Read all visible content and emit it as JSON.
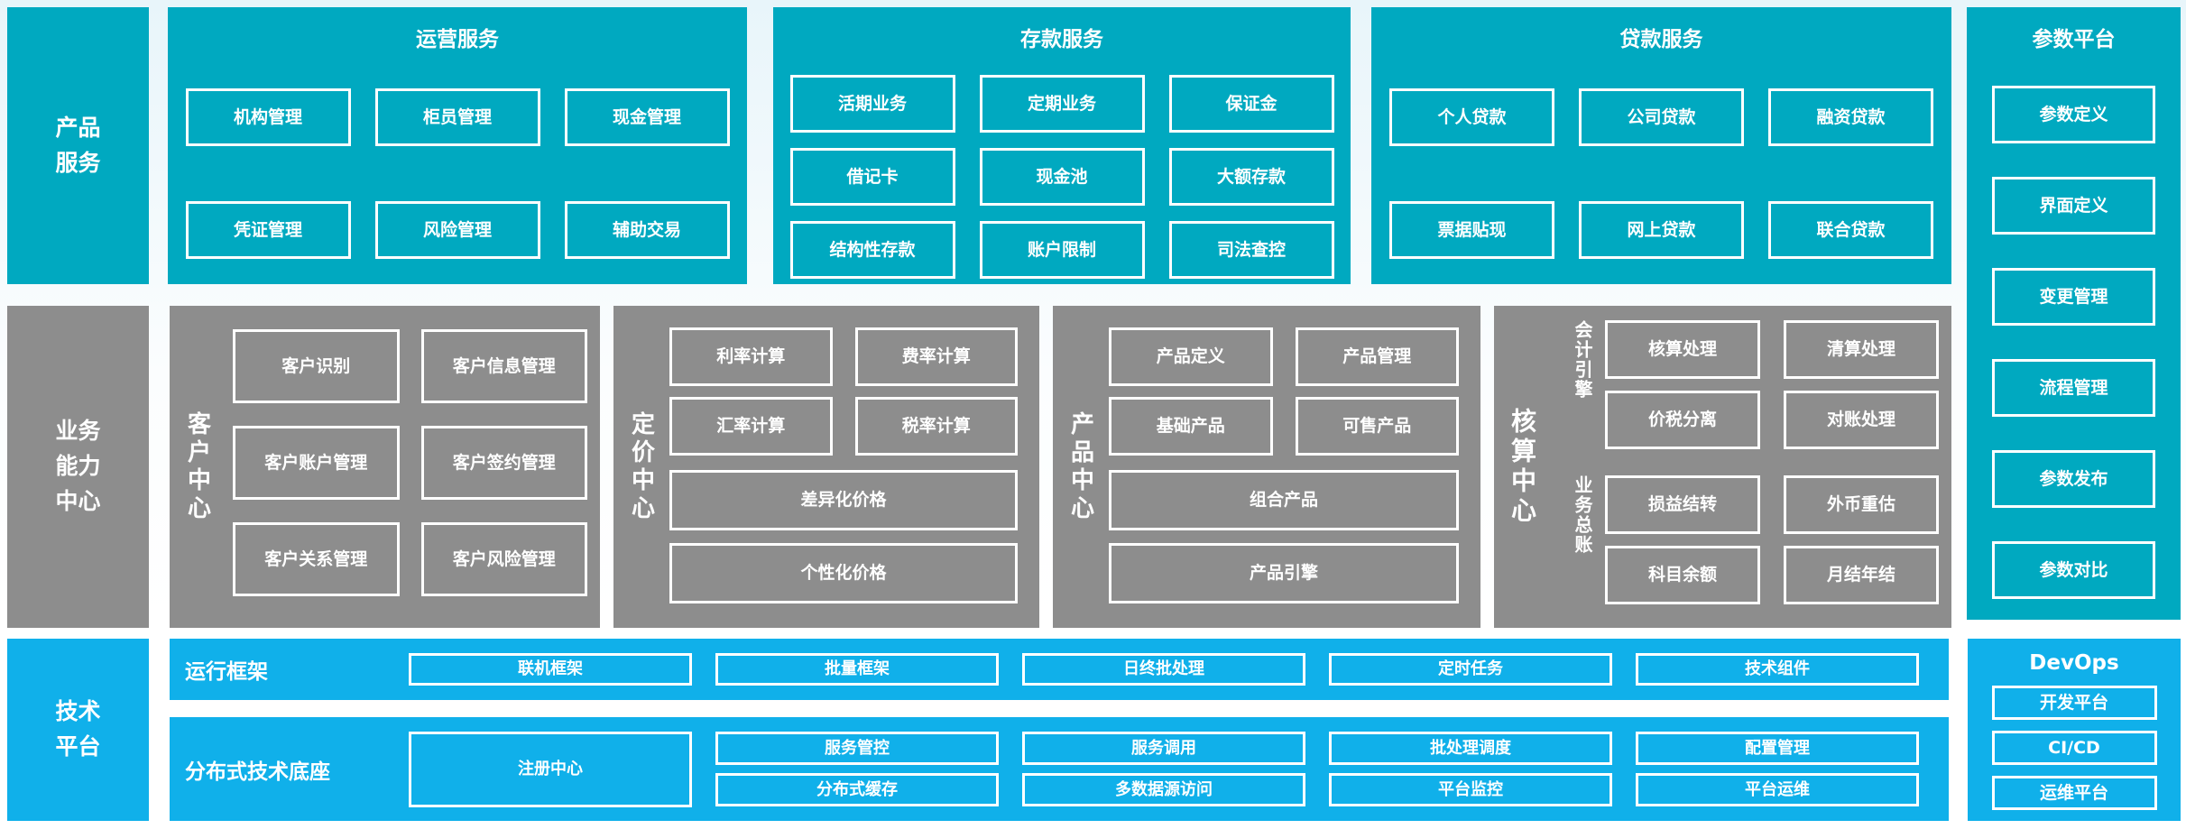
{
  "colors": {
    "teal": "#00a9c0",
    "gray": "#8d8d8d",
    "blue": "#10b0ea",
    "box_border": "#ffffff",
    "text": "#ffffff"
  },
  "rails": [
    {
      "label": "产品\n服务"
    },
    {
      "label": "业务\n能力\n中心"
    },
    {
      "label": "技术\n平台"
    }
  ],
  "top_sections": [
    {
      "title": "运营服务",
      "rows": [
        [
          "机构管理",
          "柜员管理",
          "现金管理"
        ],
        [
          "凭证管理",
          "风险管理",
          "辅助交易"
        ]
      ]
    },
    {
      "title": "存款服务",
      "rows": [
        [
          "活期业务",
          "定期业务",
          "保证金"
        ],
        [
          "借记卡",
          "现金池",
          "大额存款"
        ],
        [
          "结构性存款",
          "账户限制",
          "司法查控"
        ]
      ]
    },
    {
      "title": "贷款服务",
      "rows": [
        [
          "个人贷款",
          "公司贷款",
          "融资贷款"
        ],
        [
          "票据贴现",
          "网上贷款",
          "联合贷款"
        ]
      ]
    }
  ],
  "param_platform": {
    "title": "参数平台",
    "items": [
      "参数定义",
      "界面定义",
      "变更管理",
      "流程管理",
      "参数发布",
      "参数对比"
    ]
  },
  "customer_center": {
    "label": "客户中心",
    "rows": [
      [
        "客户识别",
        "客户信息管理"
      ],
      [
        "客户账户管理",
        "客户签约管理"
      ],
      [
        "客户关系管理",
        "客户风险管理"
      ]
    ]
  },
  "pricing_center": {
    "label": "定价中心",
    "pairs": [
      [
        "利率计算",
        "费率计算"
      ],
      [
        "汇率计算",
        "税率计算"
      ]
    ],
    "wide": [
      "差异化价格",
      "个性化价格"
    ]
  },
  "product_center": {
    "label": "产品中心",
    "pairs": [
      [
        "产品定义",
        "产品管理"
      ],
      [
        "基础产品",
        "可售产品"
      ]
    ],
    "wide": [
      "组合产品",
      "产品引擎"
    ]
  },
  "accounting_center": {
    "label": "核算中心",
    "groups": [
      {
        "sublabel": "会计引擎",
        "rows": [
          [
            "核算处理",
            "清算处理"
          ],
          [
            "价税分离",
            "对账处理"
          ]
        ]
      },
      {
        "sublabel": "业务总账",
        "rows": [
          [
            "损益结转",
            "外币重估"
          ],
          [
            "科目余额",
            "月结年结"
          ]
        ]
      }
    ]
  },
  "runtime_framework": {
    "label": "运行框架",
    "items": [
      "联机框架",
      "批量框架",
      "日终批处理",
      "定时任务",
      "技术组件"
    ]
  },
  "distributed_base": {
    "label": "分布式技术底座",
    "registry": "注册中心",
    "columns": [
      [
        "服务管控",
        "分布式缓存"
      ],
      [
        "服务调用",
        "多数据源访问"
      ],
      [
        "批处理调度",
        "平台监控"
      ],
      [
        "配置管理",
        "平台运维"
      ]
    ]
  },
  "devops": {
    "title": "DevOps",
    "items": [
      "开发平台",
      "CI/CD",
      "运维平台"
    ]
  }
}
